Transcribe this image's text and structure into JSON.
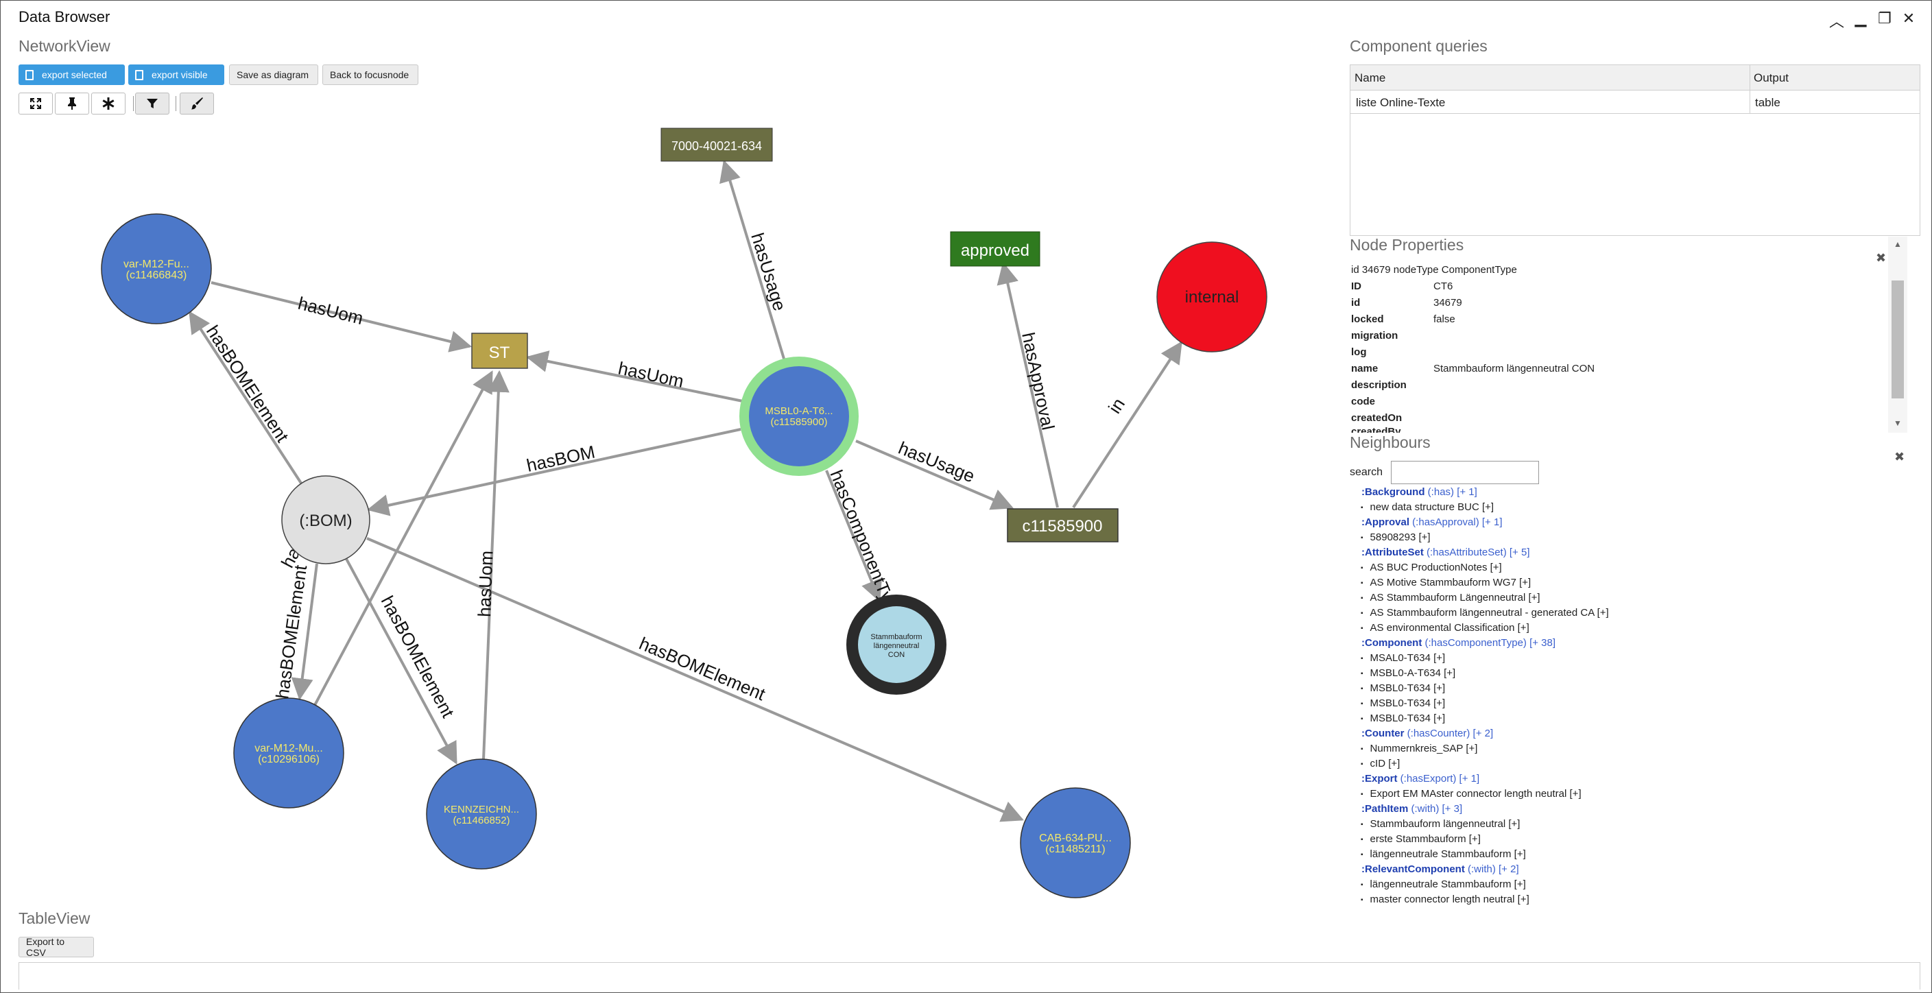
{
  "window": {
    "title": "Data Browser",
    "controls": [
      "︿",
      "▁",
      "❐",
      "✕"
    ]
  },
  "network": {
    "title": "NetworkView",
    "buttons": {
      "export_selected": "export selected",
      "export_visible": "export visible",
      "save_diagram": "Save as diagram",
      "back_focus": "Back to focusnode"
    },
    "tool_icons": [
      "expand-icon",
      "pin-icon",
      "asterisk-icon",
      "filter-icon",
      "brush-icon"
    ],
    "nodes": {
      "n7000": "7000-40021-634",
      "approved": "approved",
      "internal": "internal",
      "st": "ST",
      "bom": "(:BOM)",
      "var1_a": "var-M12-Fu...",
      "var1_b": "(c11466843)",
      "msbl_a": "MSBL0-A-T6...",
      "msbl_b": "(c11585900)",
      "c11585900": "c11585900",
      "stamm_a": "Stammbauform",
      "stamm_b": "längenneutral",
      "stamm_c": "CON",
      "var2_a": "var-M12-Mu...",
      "var2_b": "(c10296106)",
      "kenn_a": "KENNZEICHN...",
      "kenn_b": "(c11466852)",
      "cab_a": "CAB-634-PU...",
      "cab_b": "(c11485211)"
    },
    "edges": {
      "hasUom": "hasUom",
      "hasUsage": "hasUsage",
      "hasBOM": "hasBOM",
      "hasBOMElement": "hasBOMElement",
      "hasApproval": "hasApproval",
      "in": "in",
      "hasComponentType": "hasComponentType"
    },
    "colors": {
      "blue_node": "#4c78c9",
      "st_node": "#b8a24a",
      "olive_node": "#6b6e43",
      "approved_node": "#2f7a1f",
      "internal_node": "#ef0f1f",
      "focus_ring": "#90e090"
    }
  },
  "component_queries": {
    "title": "Component queries",
    "columns": [
      "Name",
      "Output"
    ],
    "rows": [
      [
        "liste Online-Texte",
        "table"
      ]
    ]
  },
  "node_properties": {
    "title": "Node Properties",
    "summary": "id 34679 nodeType ComponentType",
    "rows": [
      {
        "key": "ID",
        "value": "CT6"
      },
      {
        "key": "id",
        "value": "34679"
      },
      {
        "key": "locked",
        "value": "false"
      },
      {
        "key": "migration",
        "value": ""
      },
      {
        "key": "log",
        "value": ""
      },
      {
        "key": "name",
        "value": "Stammbauform längenneutral CON"
      },
      {
        "key": "description",
        "value": ""
      },
      {
        "key": "code",
        "value": ""
      },
      {
        "key": "createdOn",
        "value": ""
      },
      {
        "key": "createdBy",
        "value": ""
      }
    ]
  },
  "neighbours": {
    "title": "Neighbours",
    "search_label": "search",
    "groups": [
      {
        "name": ":Background",
        "rel": " (:has) [+ 1]",
        "items": [
          "new data structure BUC [+]"
        ]
      },
      {
        "name": ":Approval",
        "rel": " (:hasApproval) [+ 1]",
        "items": [
          "58908293 [+]"
        ]
      },
      {
        "name": ":AttributeSet",
        "rel": " (:hasAttributeSet) [+ 5]",
        "items": [
          "AS BUC ProductionNotes [+]",
          "AS Motive Stammbauform WG7 [+]",
          "AS Stammbauform Längenneutral [+]",
          "AS Stammbauform längenneutral - generated CA [+]",
          "AS environmental Classification [+]"
        ]
      },
      {
        "name": ":Component",
        "rel": " (:hasComponentType) [+ 38]",
        "items": [
          "MSAL0-T634 [+]",
          "MSBL0-A-T634 [+]",
          "MSBL0-T634 [+]",
          "MSBL0-T634 [+]",
          "MSBL0-T634 [+]"
        ]
      },
      {
        "name": ":Counter",
        "rel": " (:hasCounter) [+ 2]",
        "items": [
          "Nummernkreis_SAP [+]",
          "cID [+]"
        ]
      },
      {
        "name": ":Export",
        "rel": " (:hasExport) [+ 1]",
        "items": [
          "Export EM MAster connector length neutral [+]"
        ]
      },
      {
        "name": ":PathItem",
        "rel": " (:with) [+ 3]",
        "items": [
          "Stammbauform längenneutral [+]",
          "erste Stammbauform [+]",
          "längenneutrale Stammbauform [+]"
        ]
      },
      {
        "name": ":RelevantComponent",
        "rel": " (:with) [+ 2]",
        "items": [
          "längenneutrale Stammbauform [+]",
          "master connector length neutral [+]"
        ]
      }
    ]
  },
  "table_view": {
    "title": "TableView",
    "export_csv": "Export to CSV"
  }
}
